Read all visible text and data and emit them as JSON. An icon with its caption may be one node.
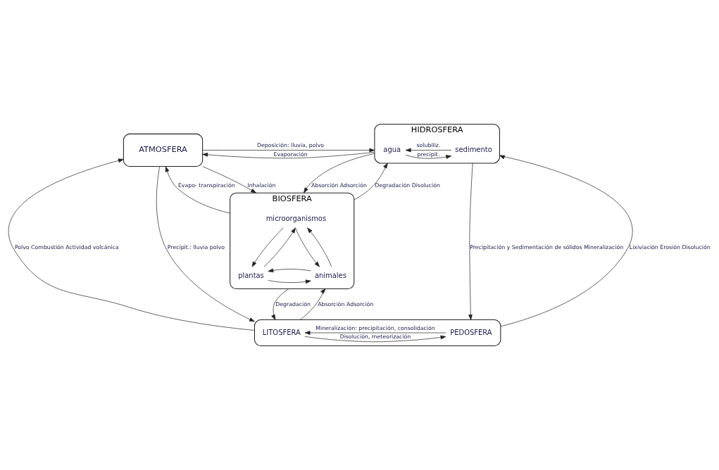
{
  "diagram": {
    "nodes": [
      {
        "text": [
          "ATMOSFERA"
        ]
      },
      {
        "text": [
          "HIDROSFERA"
        ]
      },
      {
        "text": [
          "agua"
        ],
        "in": 1
      },
      {
        "text": [
          "sedimento"
        ],
        "in": 1
      },
      {
        "text": [
          "BIOSFERA"
        ]
      },
      {
        "text": [
          "microorganismos"
        ],
        "in": 4
      },
      {
        "text": [
          "plantas"
        ],
        "in": 4
      },
      {
        "text": [
          "animales"
        ],
        "in": 4
      },
      {
        "text": [],
        "shape": "box"
      },
      {
        "text": [
          "LITOSFERA"
        ],
        "in": 8
      },
      {
        "text": [
          "PEDOSFERA"
        ],
        "in": 8
      }
    ],
    "edges": [
      {
        "from": 0,
        "to": 1,
        "arrow": "to",
        "label": "Deposición: lluvia, polvo"
      },
      {
        "from": 1,
        "to": 0,
        "arrow": "to",
        "label": "Evaporación"
      },
      {
        "from": 2,
        "to": 3,
        "arrow": "to",
        "label": "precipit."
      },
      {
        "from": 3,
        "to": 2,
        "arrow": "to",
        "label": "solubiliz."
      },
      {
        "from": 4,
        "to": 0,
        "arrow": "to",
        "label": "Evapo- transpiración"
      },
      {
        "from": 0,
        "to": 4,
        "arrow": "to",
        "label": "Inhalación"
      },
      {
        "from": 1,
        "to": 4,
        "arrow": "to",
        "label": "Absorción Adsorción"
      },
      {
        "from": 4,
        "to": 1,
        "arrow": "to",
        "label": "Degradación Disolución"
      },
      {
        "from": 6,
        "to": 5,
        "arrow": "to"
      },
      {
        "from": 5,
        "to": 6,
        "arrow": "to"
      },
      {
        "from": 7,
        "to": 5,
        "arrow": "to"
      },
      {
        "from": 5,
        "to": 7,
        "arrow": "to"
      },
      {
        "from": 6,
        "to": 7,
        "arrow": "to"
      },
      {
        "from": 7,
        "to": 6,
        "arrow": "to"
      },
      {
        "from": 8,
        "to": 0,
        "arrow": "to",
        "label": "Polvo Combustión Actividad volcánica"
      },
      {
        "from": 0,
        "to": 8,
        "arrow": "to",
        "label": "Precipit.: lluvia polvo"
      },
      {
        "from": 1,
        "to": 8,
        "arrow": "to",
        "label": "Precipitación y Sedimentación de sólidos Mineralización"
      },
      {
        "from": 8,
        "to": 1,
        "arrow": "to",
        "label": "Lixiviación Erosión Disolución"
      },
      {
        "from": 4,
        "to": 8,
        "arrow": "to",
        "label": "Degradación"
      },
      {
        "from": 8,
        "to": 4,
        "arrow": "to",
        "label": "Absorción Adsorción"
      },
      {
        "from": 9,
        "to": 10,
        "arrow": "to",
        "label": "Disolución, meteorización"
      },
      {
        "from": 10,
        "to": 9,
        "arrow": "to",
        "label": "Mineralización: precipitación, consolidación"
      }
    ]
  }
}
